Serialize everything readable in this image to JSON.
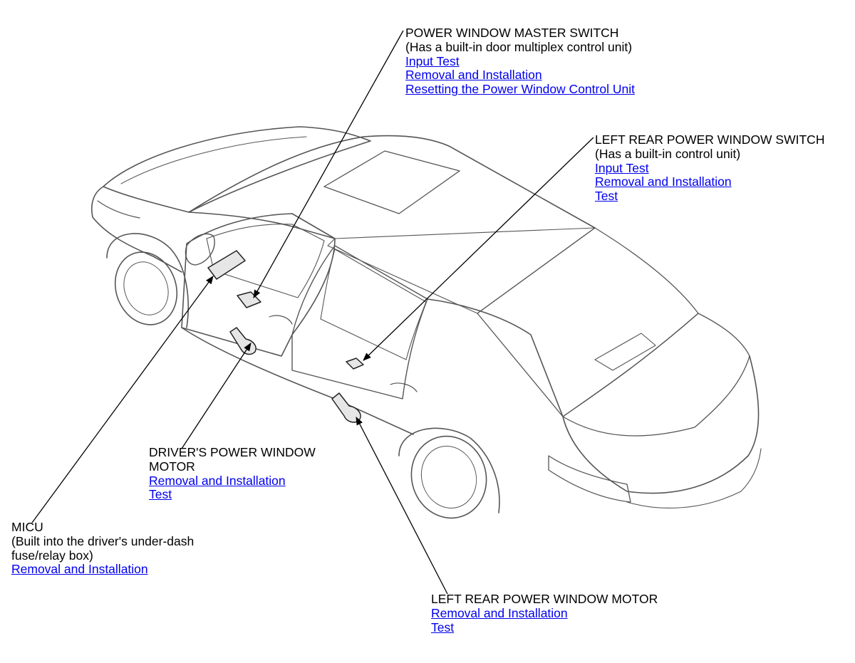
{
  "callouts": {
    "master_switch": {
      "title": "POWER WINDOW MASTER SWITCH",
      "note": "(Has a built-in door multiplex control unit)",
      "links": [
        "Input Test",
        "Removal and Installation",
        "Resetting the Power Window Control Unit"
      ]
    },
    "left_rear_switch": {
      "title": "LEFT REAR POWER WINDOW SWITCH",
      "note": "(Has a built-in control unit)",
      "links": [
        "Input Test",
        "Removal and Installation",
        "Test"
      ]
    },
    "drivers_motor": {
      "title_line1": "DRIVER'S POWER WINDOW",
      "title_line2": "MOTOR",
      "links": [
        "Removal and Installation",
        "Test"
      ]
    },
    "micu": {
      "title": "MICU",
      "note_line1": "(Built into the driver's under-dash",
      "note_line2": "fuse/relay box)",
      "links": [
        "Removal and Installation"
      ]
    },
    "left_rear_motor": {
      "title": "LEFT REAR POWER WINDOW MOTOR",
      "links": [
        "Removal and Installation",
        "Test"
      ]
    }
  },
  "colors": {
    "link": "#0000ee",
    "text": "#000000",
    "outline": "#555555",
    "component_fill": "#e6e6e6"
  },
  "icons": [
    "car-outline-illustration",
    "leader-arrow"
  ]
}
